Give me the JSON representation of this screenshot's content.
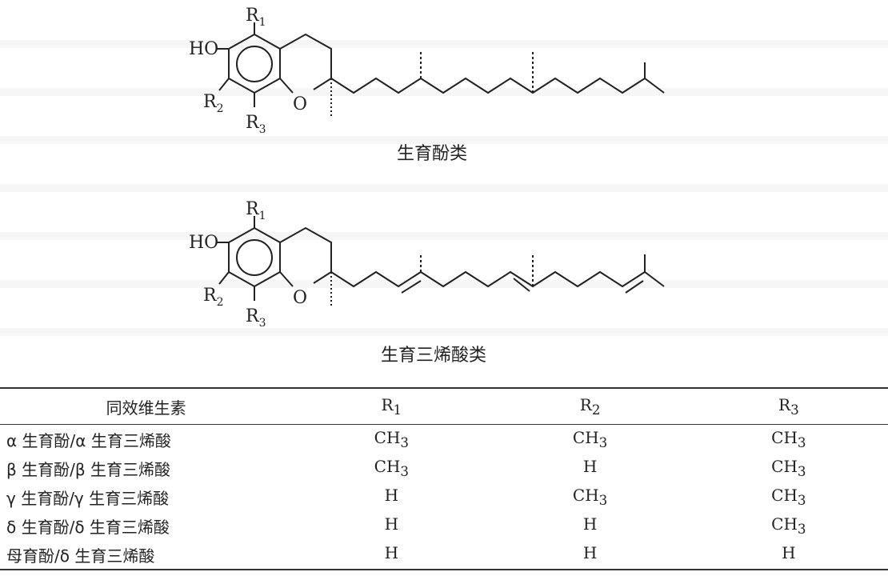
{
  "structure_top": {
    "caption": "生育酚类",
    "labels": {
      "oh": "HO",
      "o": "O",
      "r1": "R",
      "r2": "R",
      "r3": "R",
      "r1_sub": "1",
      "r2_sub": "2",
      "r3_sub": "3"
    }
  },
  "structure_bottom": {
    "caption": "生育三烯酸类",
    "labels": {
      "oh": "HO",
      "o": "O",
      "r1": "R",
      "r2": "R",
      "r3": "R",
      "r1_sub": "1",
      "r2_sub": "2",
      "r3_sub": "3"
    }
  },
  "table": {
    "headers": {
      "c0": "同效维生素",
      "r1": "R",
      "r1_sub": "1",
      "r2": "R",
      "r2_sub": "2",
      "r3": "R",
      "r3_sub": "3"
    },
    "rows": [
      {
        "name": "α 生育酚/α 生育三烯酸",
        "r1": "CH",
        "r1_sub": "3",
        "r2": "CH",
        "r2_sub": "3",
        "r3": "CH",
        "r3_sub": "3"
      },
      {
        "name": "β 生育酚/β 生育三烯酸",
        "r1": "CH",
        "r1_sub": "3",
        "r2": "H",
        "r2_sub": "",
        "r3": "CH",
        "r3_sub": "3"
      },
      {
        "name": "γ 生育酚/γ 生育三烯酸",
        "r1": "H",
        "r1_sub": "",
        "r2": "CH",
        "r2_sub": "3",
        "r3": "CH",
        "r3_sub": "3"
      },
      {
        "name": "δ 生育酚/δ 生育三烯酸",
        "r1": "H",
        "r1_sub": "",
        "r2": "H",
        "r2_sub": "",
        "r3": "CH",
        "r3_sub": "3"
      },
      {
        "name": "母育酚/δ 生育三烯酸",
        "r1": "H",
        "r1_sub": "",
        "r2": "H",
        "r2_sub": "",
        "r3": "H",
        "r3_sub": ""
      }
    ]
  }
}
